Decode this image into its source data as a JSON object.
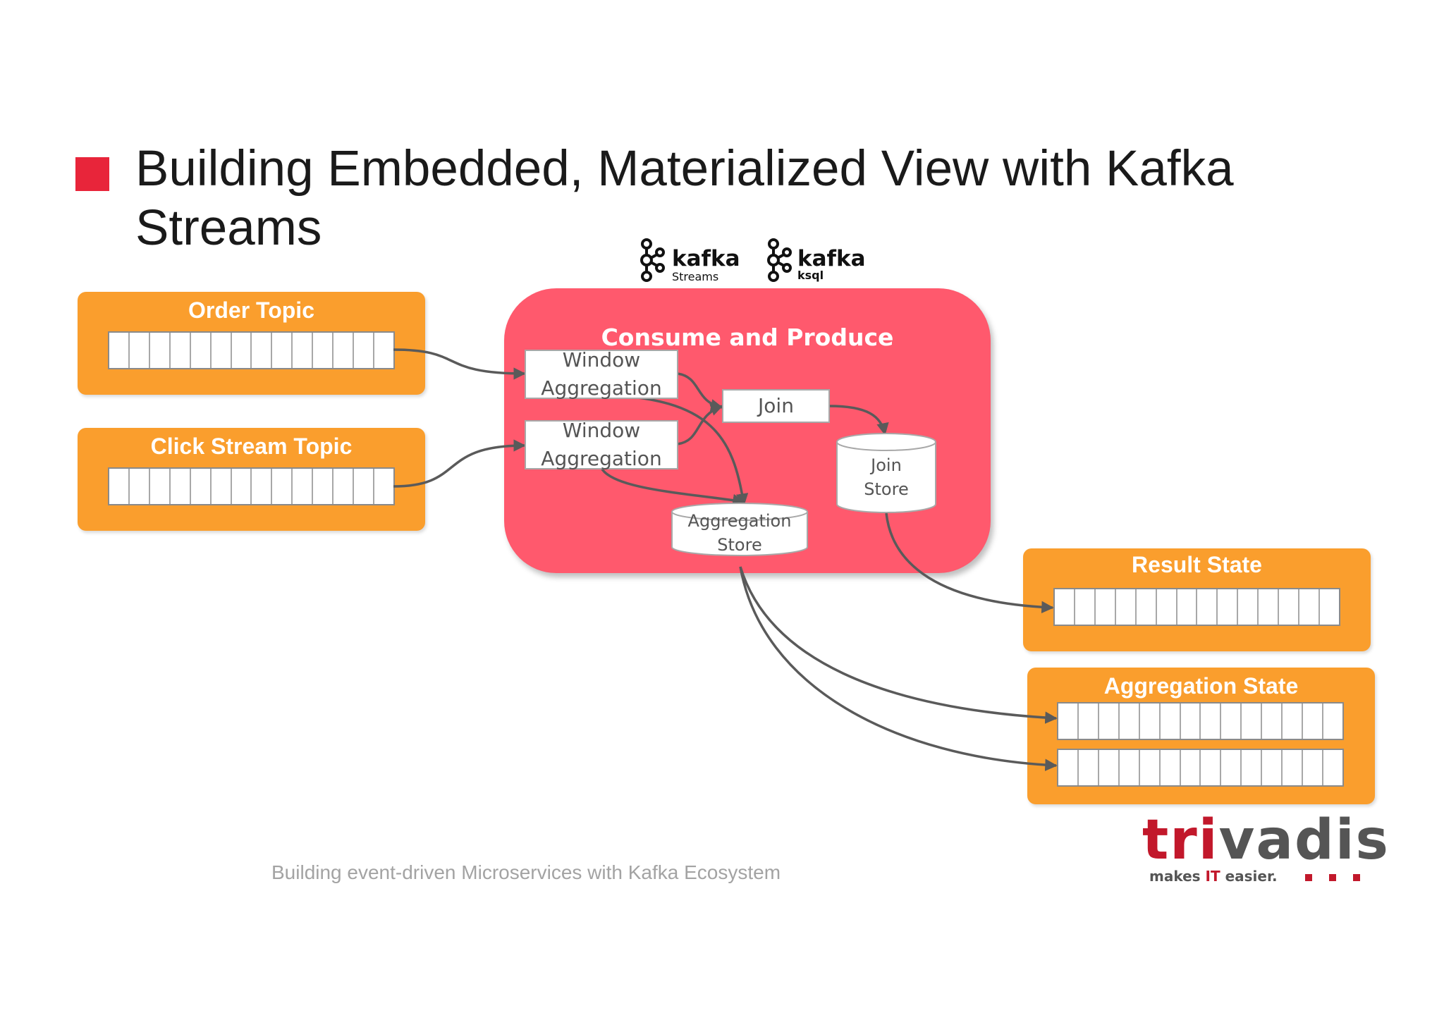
{
  "title": "Building Embedded, Materialized View with Kafka Streams",
  "logos": [
    {
      "icon": "kafka-logo-icon",
      "word": "kafka",
      "sub": "Streams"
    },
    {
      "icon": "kafka-logo-icon",
      "word": "kafka",
      "sub": "ksql"
    }
  ],
  "topics": {
    "order": {
      "label": "Order Topic"
    },
    "click": {
      "label": "Click Stream Topic"
    },
    "result": {
      "label": "Result State"
    },
    "aggregation": {
      "label": "Aggregation State"
    }
  },
  "processor": {
    "title": "Consume and Produce",
    "window_agg_1": "Window\nAggregation",
    "window_agg_2": "Window\nAggregation",
    "join": "Join",
    "join_store": "Join\nStore",
    "aggregation_store": "Aggregation\nStore"
  },
  "footer": "Building event-driven Microservices with Kafka Ecosystem",
  "brand": {
    "name_accent": "tri",
    "name_rest": "vadis",
    "tagline_before": "makes ",
    "tagline_accent": "IT",
    "tagline_after": " easier."
  },
  "colors": {
    "bullet": "#e8253a",
    "topic": "#fa9e2d",
    "processor": "#ff596d",
    "brand_accent": "#c2182b"
  }
}
